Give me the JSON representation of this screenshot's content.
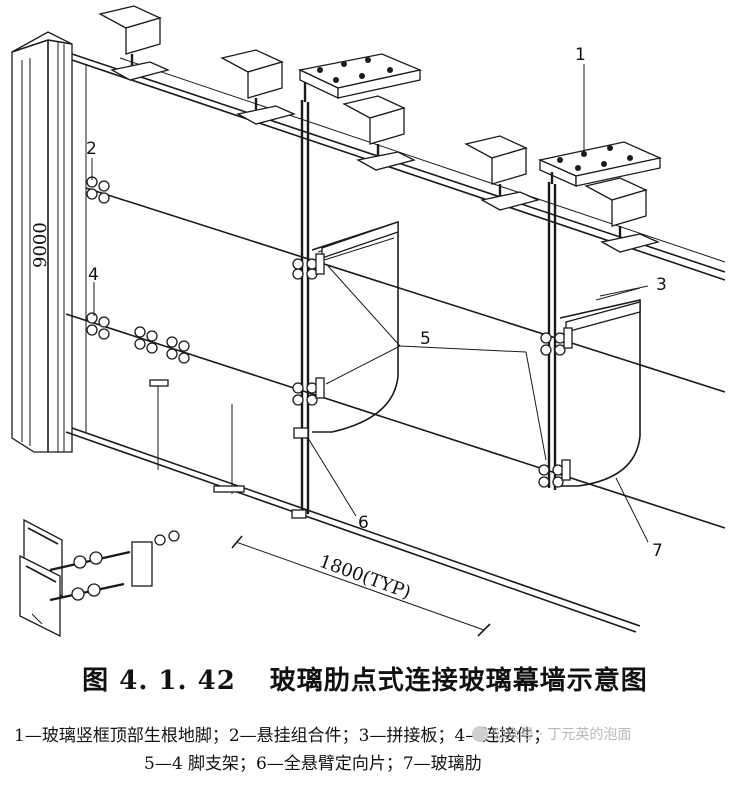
{
  "figure": {
    "callouts": {
      "c1": "1",
      "c2": "2",
      "c3": "3",
      "c4": "4",
      "c5": "5",
      "c6": "6",
      "c7": "7"
    },
    "height_dim": "9000",
    "span_dim": "1800(TYP)"
  },
  "caption": {
    "number": "图 4. 1. 42",
    "title": "玻璃肋点式连接玻璃幕墙示意图"
  },
  "legend": {
    "line1": "1—玻璃竖框顶部生根地脚；2—悬挂组合件；3—拼接板；4—连接件；",
    "line2": "5—4 脚支架；6—全悬臂定向片；7—玻璃肋"
  },
  "watermark": {
    "text": "公众号 · 丁元英的泡面"
  }
}
